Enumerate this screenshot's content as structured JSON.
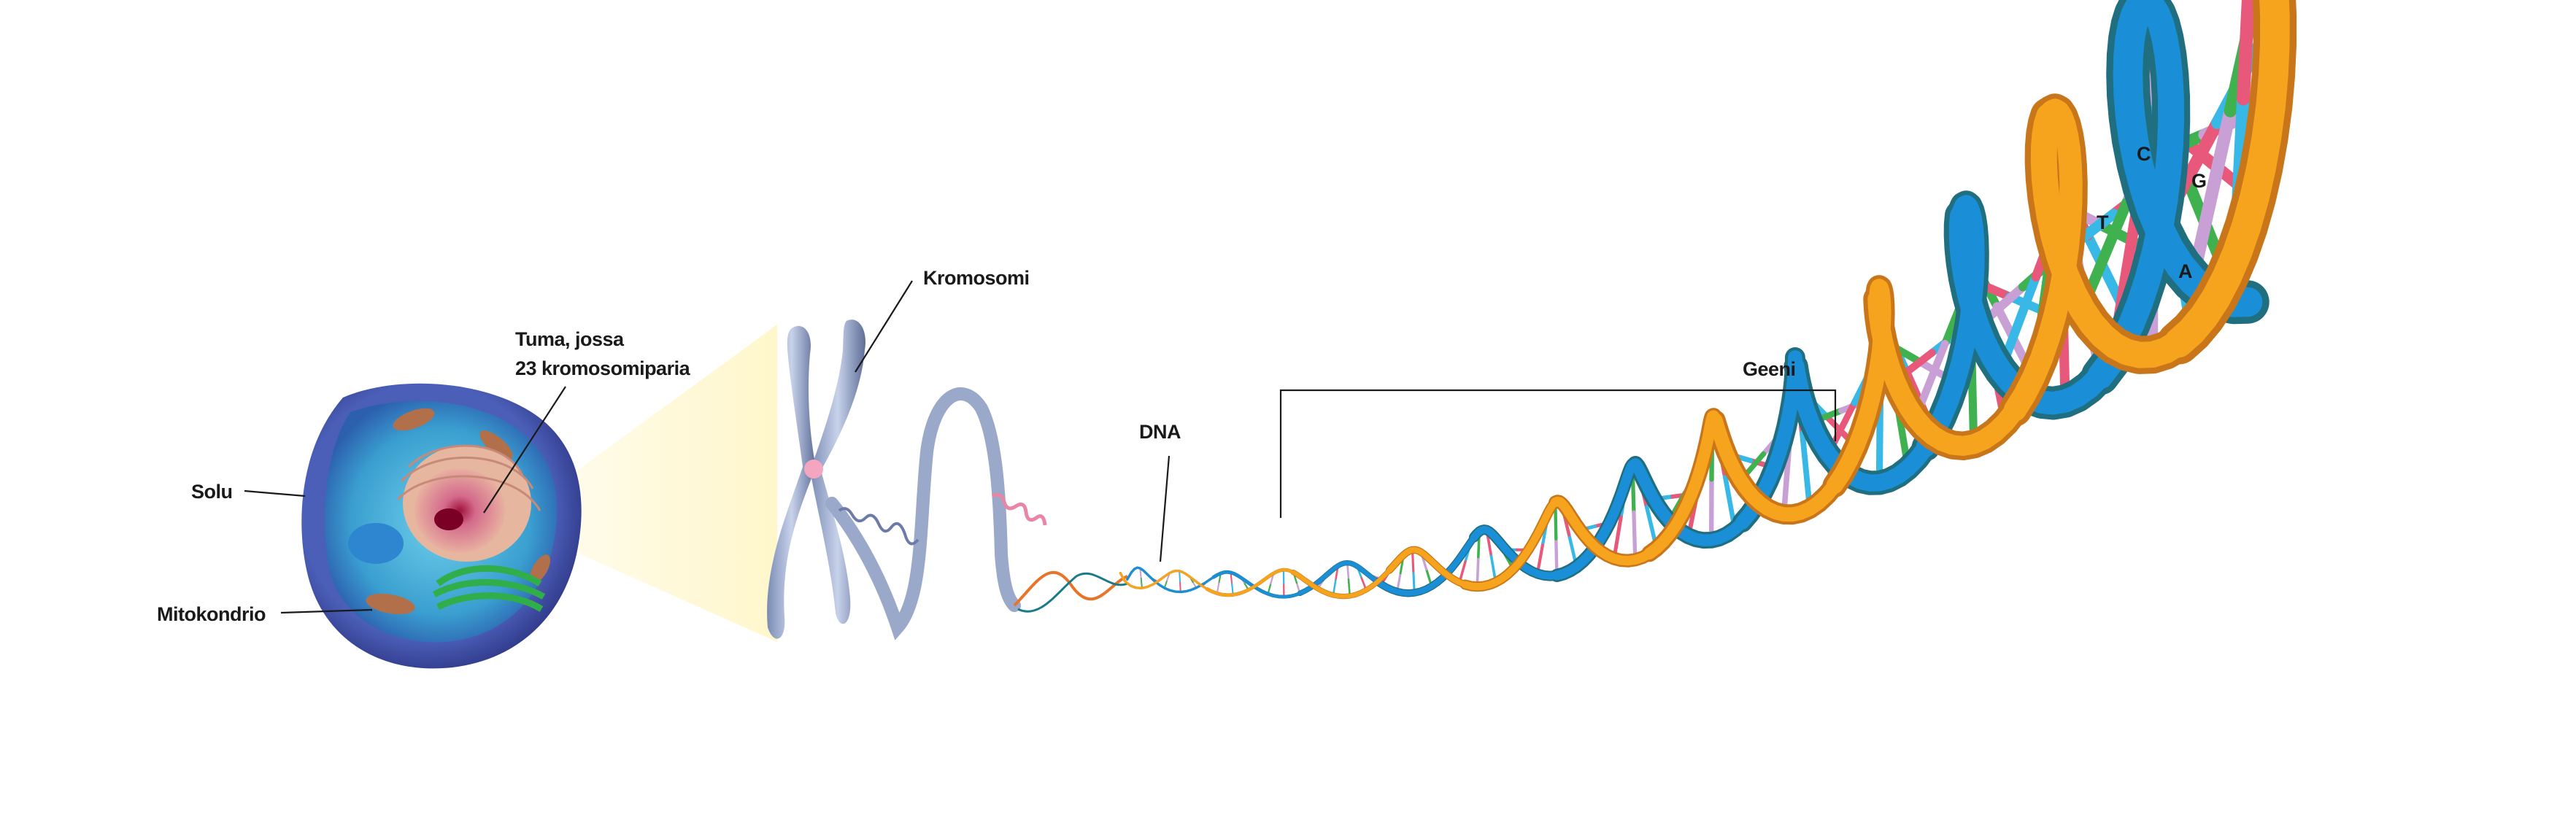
{
  "labels": {
    "cell": "Solu",
    "mitochondrion": "Mitokondrio",
    "nucleus_line1": "Tuma, jossa",
    "nucleus_line2": "23 kromosomiparia",
    "chromosome": "Kromosomi",
    "dna": "DNA",
    "gene": "Geeni"
  },
  "base_pairs": [
    {
      "left": "C",
      "right": "G",
      "left_color": "#c9a0d6",
      "right_color": "#e7587a"
    },
    {
      "left": "T",
      "right": "A",
      "left_color": "#38b8e6",
      "right_color": "#3fb24f"
    }
  ],
  "colors": {
    "strand_blue": "#1a8fd8",
    "strand_teal": "#1f6f80",
    "strand_orange": "#f6a41e",
    "base_pink": "#e7587a",
    "base_lilac": "#c9a0d6",
    "base_cyan": "#38b8e6",
    "base_green": "#3fb24f",
    "cell_membrane": "#3d4ea8",
    "cytoplasm": "#3aa7d6",
    "nucleus": "#c25c7e",
    "chromosome": "#9aa9c9",
    "zoom_beam": "#fff3b0"
  }
}
